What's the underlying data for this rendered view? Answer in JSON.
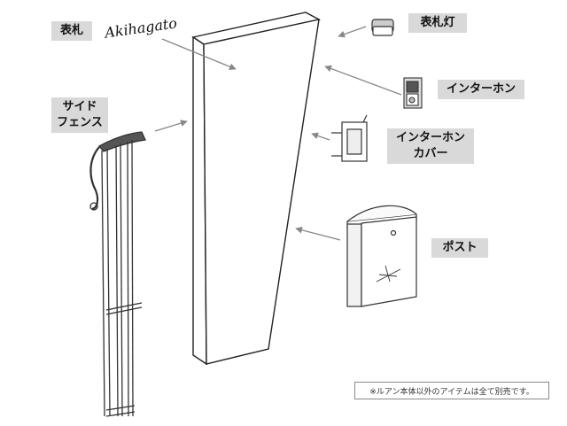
{
  "labels": {
    "nameplate": "表札",
    "side_fence": "サイド\nフェンス",
    "nameplate_light": "表札灯",
    "intercom": "インターホン",
    "intercom_cover": "インターホン\nカバー",
    "post": "ポスト"
  },
  "nameplate_script": "Akihagato",
  "note": "※ルアン本体以外のアイテムは全て別売です。"
}
